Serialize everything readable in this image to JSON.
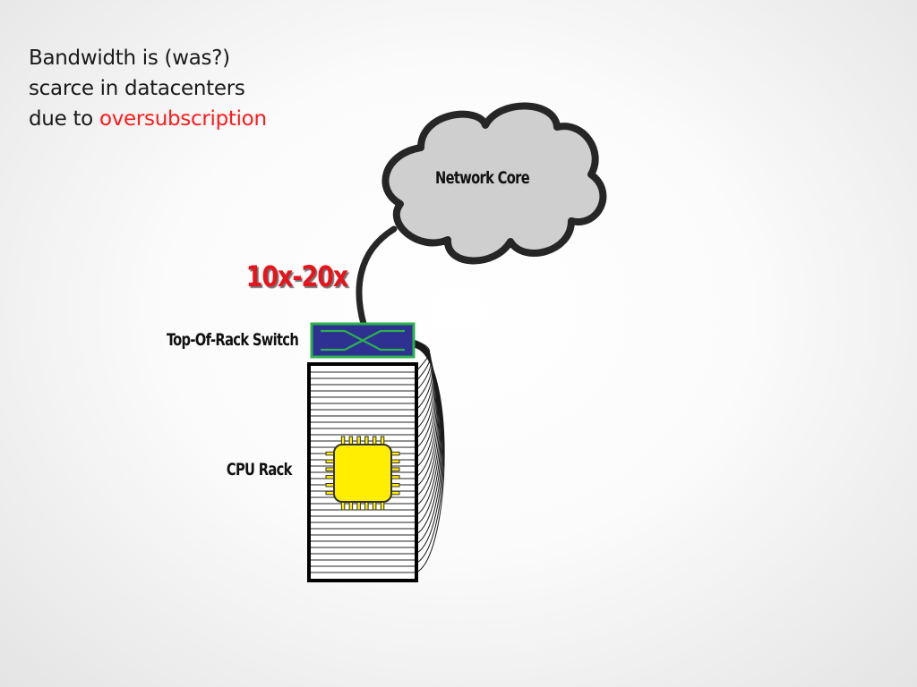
{
  "headline": {
    "line1": "Bandwidth is (was?)",
    "line2": "scarce in datacenters",
    "line3_prefix": "due to ",
    "line3_highlight": "oversubscription"
  },
  "labels": {
    "network_core": "Network Core",
    "oversubscription_ratio": "10x-20x",
    "top_of_rack_switch": "Top-Of-Rack Switch",
    "cpu_rack": "CPU Rack"
  },
  "colors": {
    "highlight": "#ff1a1a",
    "ratio": "#e8141c",
    "cloud_fill": "#cfcfcf",
    "outline": "#262626",
    "switch_fill": "#2e3192",
    "switch_border": "#2bb24c",
    "switch_symbol": "#2bb24c",
    "cpu_chip": "#ffee00"
  },
  "icons": {
    "cloud": "network-core-cloud-icon",
    "switch": "top-of-rack-switch-icon",
    "rack": "cpu-rack-icon",
    "chip": "cpu-chip-icon"
  },
  "rack": {
    "server_count": 34,
    "cable_count": 22
  }
}
